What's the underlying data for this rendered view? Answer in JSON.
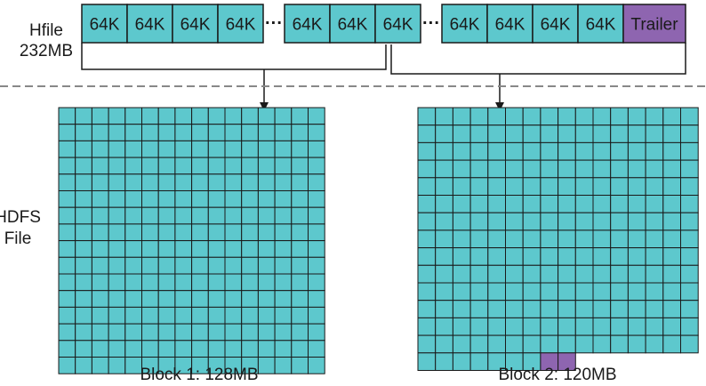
{
  "hfile": {
    "label_line1": "Hfile",
    "label_line2": "232MB",
    "group1_blocks": [
      "64K",
      "64K",
      "64K",
      "64K"
    ],
    "ellipsis1": "···",
    "group2_blocks": [
      "64K",
      "64K",
      "64K"
    ],
    "ellipsis2": "···",
    "group3_blocks": [
      "64K",
      "64K",
      "64K",
      "64K"
    ],
    "trailer": "Trailer"
  },
  "hdfs": {
    "label_line1": "HDFS",
    "label_line2": "File"
  },
  "blocks": [
    {
      "caption": "Block 1: 128MB",
      "full_rows": 16,
      "cols": 16,
      "partial_row_cells": 0,
      "trailer_cells": 0
    },
    {
      "caption": "Block 2: 120MB",
      "full_rows": 14,
      "cols": 16,
      "partial_row_cells": 9,
      "trailer_cells": 2
    }
  ],
  "colors": {
    "block_fill": "#5dc8cd",
    "trailer_fill": "#8e65b0",
    "stroke": "#1a1a1a",
    "divider": "#888888"
  }
}
